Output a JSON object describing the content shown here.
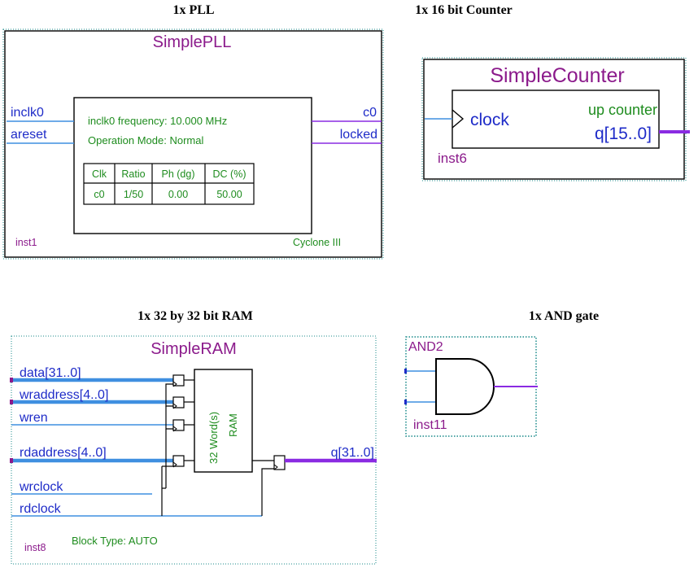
{
  "colors": {
    "purple": "#8B1A8B",
    "blue": "#1E2BC8",
    "green": "#1E8C1E",
    "wire_blue": "#3F8FE0",
    "bus_purple": "#8A2BE2",
    "dotted_teal": "#1A8A8A",
    "black": "#000000"
  },
  "captions": {
    "pll": "1x PLL",
    "counter": "1x 16 bit Counter",
    "ram": "1x 32 by 32 bit RAM",
    "and": "1x AND gate"
  },
  "pll": {
    "title": "SimplePLL",
    "inputs": [
      "inclk0",
      "areset"
    ],
    "outputs": [
      "c0",
      "locked"
    ],
    "frequency": "inclk0 frequency: 10.000 MHz",
    "mode": "Operation Mode: Normal",
    "table_headers": [
      "Clk",
      "Ratio",
      "Ph (dg)",
      "DC (%)"
    ],
    "table_row": [
      "c0",
      "1/50",
      "0.00",
      "50.00"
    ],
    "instance": "inst1",
    "device": "Cyclone III"
  },
  "counter": {
    "title": "SimpleCounter",
    "input": "clock",
    "type_label": "up counter",
    "output": "q[15..0]",
    "instance": "inst6"
  },
  "ram": {
    "title": "SimpleRAM",
    "inputs": [
      "data[31..0]",
      "wraddress[4..0]",
      "wren",
      "rdaddress[4..0]",
      "wrclock",
      "rdclock"
    ],
    "output": "q[31..0]",
    "core_label_1": "32 Word(s)",
    "core_label_2": "RAM",
    "instance": "inst8",
    "block_type": "Block Type: AUTO"
  },
  "and_gate": {
    "title": "AND2",
    "instance": "inst11"
  }
}
